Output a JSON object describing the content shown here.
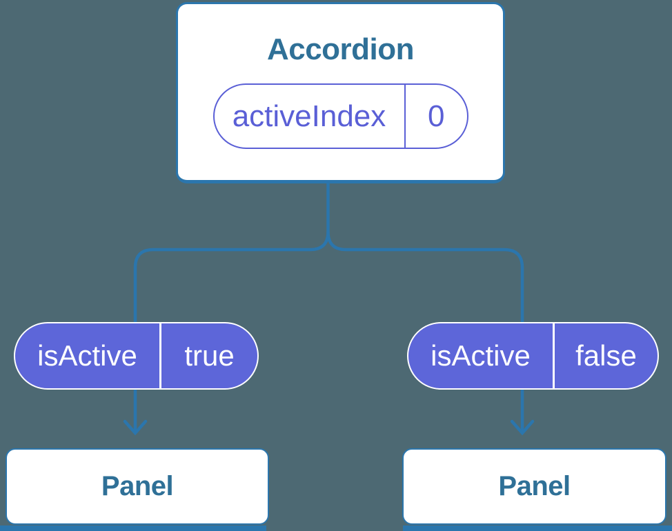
{
  "colors": {
    "background": "#4d6973",
    "connector-blue": "#2b76ad",
    "heading-blue": "#2f7097",
    "purple-fill": "#5d66d9",
    "purple-stroke": "#5a5fd6",
    "card-white": "#ffffff"
  },
  "diagram": {
    "root": {
      "title": "Accordion",
      "state_pill": {
        "name": "activeIndex",
        "value": "0"
      }
    },
    "prop_pills": [
      {
        "name": "isActive",
        "value": "true"
      },
      {
        "name": "isActive",
        "value": "false"
      }
    ],
    "children": [
      {
        "title": "Panel"
      },
      {
        "title": "Panel"
      }
    ]
  }
}
